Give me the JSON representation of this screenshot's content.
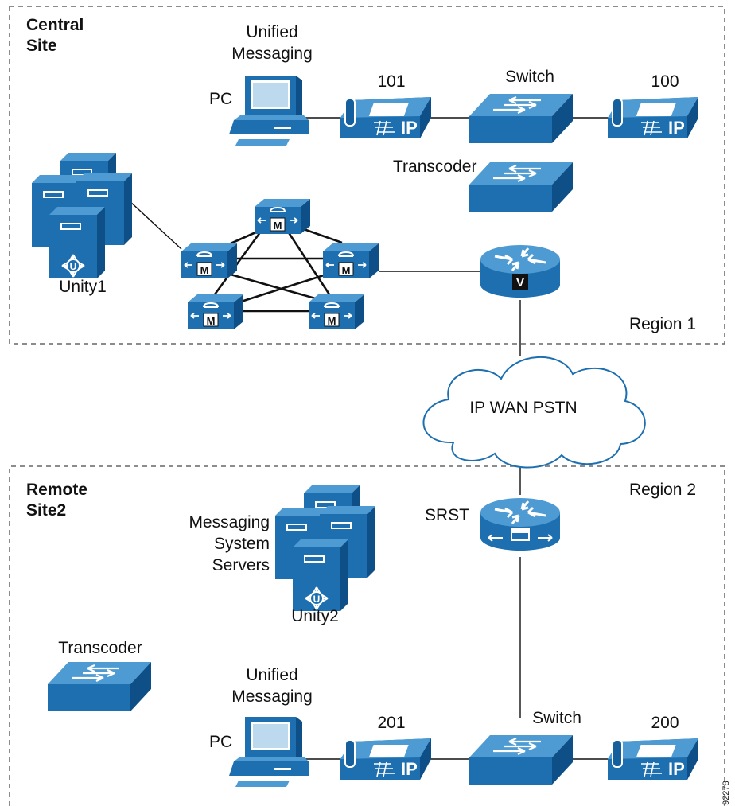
{
  "central_site": {
    "title_line1": "Central",
    "title_line2": "Site",
    "region": "Region 1",
    "um_line1": "Unified",
    "um_line2": "Messaging",
    "pc": "PC",
    "phone_101": "101",
    "switch": "Switch",
    "phone_100": "100",
    "transcoder": "Transcoder",
    "unity": "Unity1",
    "cluster_badge": "M",
    "vgw_badge": "V"
  },
  "wan": {
    "label": "IP WAN PSTN"
  },
  "remote_site": {
    "title_line1": "Remote",
    "title_line2": "Site2",
    "region": "Region 2",
    "srst": "SRST",
    "msg_line1": "Messaging",
    "msg_line2": "System",
    "msg_line3": "Servers",
    "unity": "Unity2",
    "transcoder": "Transcoder",
    "um_line1": "Unified",
    "um_line2": "Messaging",
    "pc": "PC",
    "phone_201": "201",
    "switch": "Switch",
    "phone_200": "200"
  },
  "phone_badge": "IP",
  "figure_id": "92278",
  "colors": {
    "device_blue": "#1d6fb0",
    "device_dark": "#0d4f86",
    "device_light": "#4e9bd3",
    "border_dash": "#666666"
  }
}
